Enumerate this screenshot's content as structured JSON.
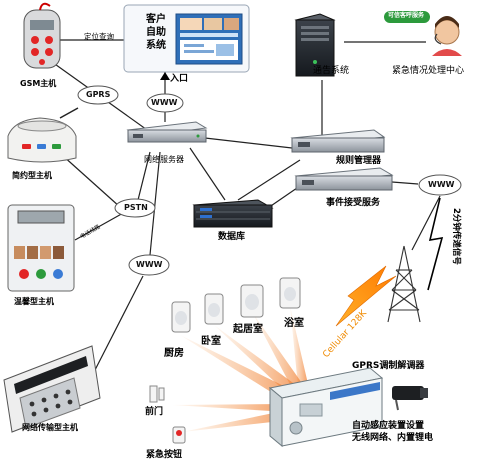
{
  "nodes": {
    "gsm_host": "GSM主机",
    "simple_host": "简约型主机",
    "warm_host": "温馨型主机",
    "network_host": "网络传输型主机",
    "customer_line1": "客户",
    "customer_line2": "自助",
    "customer_line3": "系统",
    "entrance": "入口",
    "network_server": "网络服务器",
    "database": "数据库",
    "notify_system": "通告系统",
    "rule_manager": "规则管理器",
    "event_service": "事件接受服务",
    "emergency_center": "紧急情况处理中心",
    "hotline_badge": "可信客呼服务",
    "gprs_modem": "GPRS调制解调器",
    "kitchen": "厨房",
    "bedroom": "卧室",
    "living_room": "起居室",
    "bathroom": "浴室",
    "front_door": "前门",
    "emergency_button": "紧急按钮",
    "modem_feature1": "自动感应装置设置",
    "modem_feature2": "无线网络、内置锂电"
  },
  "links": {
    "locate_query": "定位查询",
    "gprs": "GPRS",
    "pstn": "PSTN",
    "www1": "WWW",
    "www2": "WWW",
    "www3": "WWW",
    "phone_line": "电话线路",
    "two_min_signal": "2分钟传递信号",
    "cellular": "Cellular 128K"
  },
  "colors": {
    "line": "#222222",
    "accent_green": "#2c9a3c",
    "cellular_orange": "#f08a00",
    "tower": "#444444"
  }
}
